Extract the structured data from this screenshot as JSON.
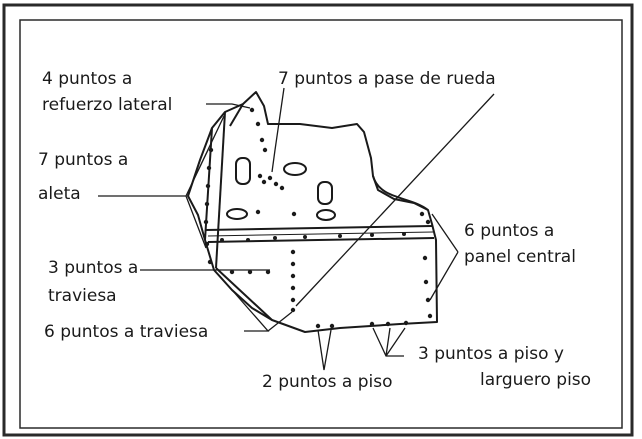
{
  "labels": {
    "refuerzo_lateral": [
      "4 puntos a",
      "refuerzo lateral"
    ],
    "pase_de_rueda": "7 puntos a pase de rueda",
    "aleta": [
      "7 puntos a",
      "aleta"
    ],
    "panel_central": [
      "6 puntos a",
      "panel central"
    ],
    "traviesa_3": [
      "3 puntos a",
      "traviesa"
    ],
    "traviesa_6": "6 puntos a traviesa",
    "piso_2": "2 puntos a piso",
    "piso_largero": [
      "3 puntos a piso y",
      "larguero piso"
    ]
  },
  "colors": {
    "ink": "#1a1a1a",
    "background": "#ffffff",
    "frame": "#2a2a2a"
  }
}
